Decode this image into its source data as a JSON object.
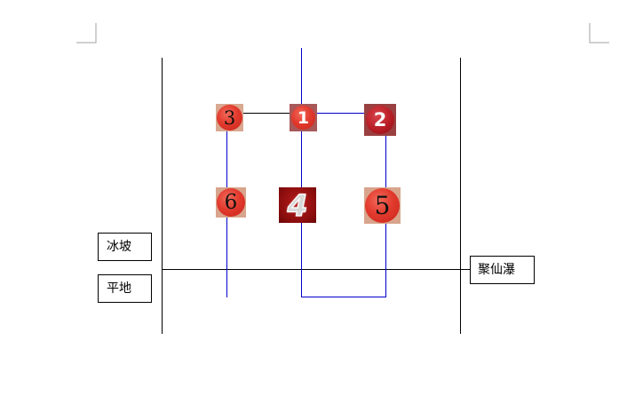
{
  "labels": {
    "ice_slope": "冰坡",
    "flat_ground": "平地",
    "waterfall": "聚仙瀑"
  },
  "markers": {
    "m1": "1",
    "m2": "2",
    "m3": "3",
    "m4": "4",
    "m5": "5",
    "m6": "6"
  },
  "colors": {
    "route_line": "#0000cc",
    "boundary_line": "#000000",
    "marker_red": "#e23b2e"
  }
}
